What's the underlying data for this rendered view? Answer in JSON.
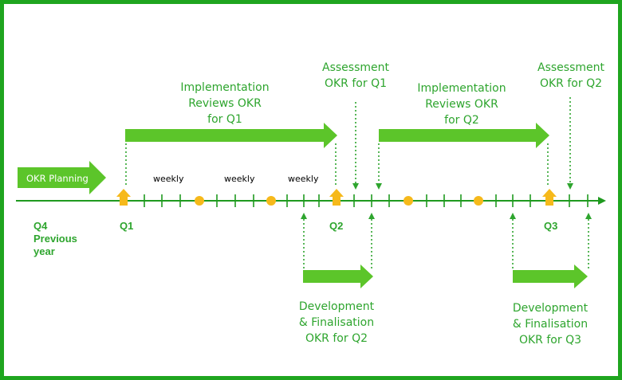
{
  "colors": {
    "green": "#2ea52e",
    "arrow_green": "#5cc52a",
    "milestone": "#f6b91b"
  },
  "planning": {
    "label": "OKR Planning"
  },
  "quarters": [
    {
      "lines": [
        "Q4",
        "Previous",
        "year"
      ]
    },
    {
      "lines": [
        "Q1"
      ]
    },
    {
      "lines": [
        "Q2"
      ]
    },
    {
      "lines": [
        "Q3"
      ]
    }
  ],
  "weekly": [
    "weekly",
    "weekly",
    "weekly"
  ],
  "implementation_q1": {
    "lines": [
      "Implementation",
      "Reviews OKR",
      "for Q1"
    ]
  },
  "implementation_q2": {
    "lines": [
      "Implementation",
      "Reviews OKR",
      "for Q2"
    ]
  },
  "assessment_q1": {
    "lines": [
      "Assessment",
      "OKR for Q1"
    ]
  },
  "assessment_q2": {
    "lines": [
      "Assessment",
      "OKR for Q2"
    ]
  },
  "development_q2": {
    "lines": [
      "Development",
      "& Finalisation",
      "OKR for Q2"
    ]
  },
  "development_q3": {
    "lines": [
      "Development",
      "& Finalisation",
      "OKR for Q3"
    ]
  }
}
